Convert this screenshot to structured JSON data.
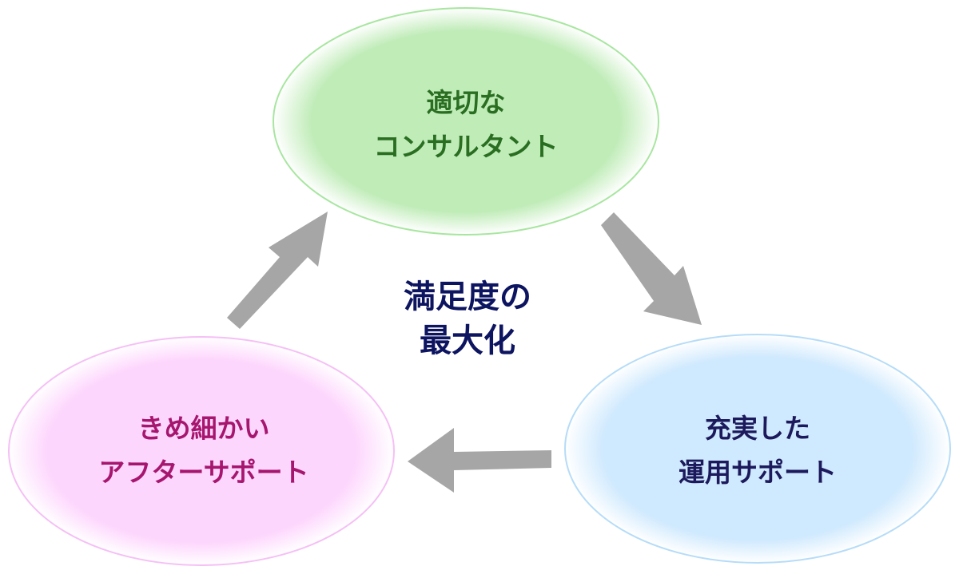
{
  "center": {
    "line1": "満足度の",
    "line2": "最大化",
    "color": "#0d1460"
  },
  "nodes": [
    {
      "id": "consultant",
      "line1": "適切な",
      "line2": "コンサルタント",
      "fill": "#c0ecb8",
      "stroke": "#a8e6a0",
      "text_color": "#2a6e22"
    },
    {
      "id": "operation",
      "line1": "充実した",
      "line2": "運用サポート",
      "fill": "#cfe9fe",
      "stroke": "#b6dcf8",
      "text_color": "#1c1a5c"
    },
    {
      "id": "aftersupport",
      "line1": "きめ細かい",
      "line2": "アフターサポート",
      "fill": "#fdd6fd",
      "stroke": "#f5c0f5",
      "text_color": "#a6166e"
    }
  ],
  "arrow_color": "#a6a6a6"
}
